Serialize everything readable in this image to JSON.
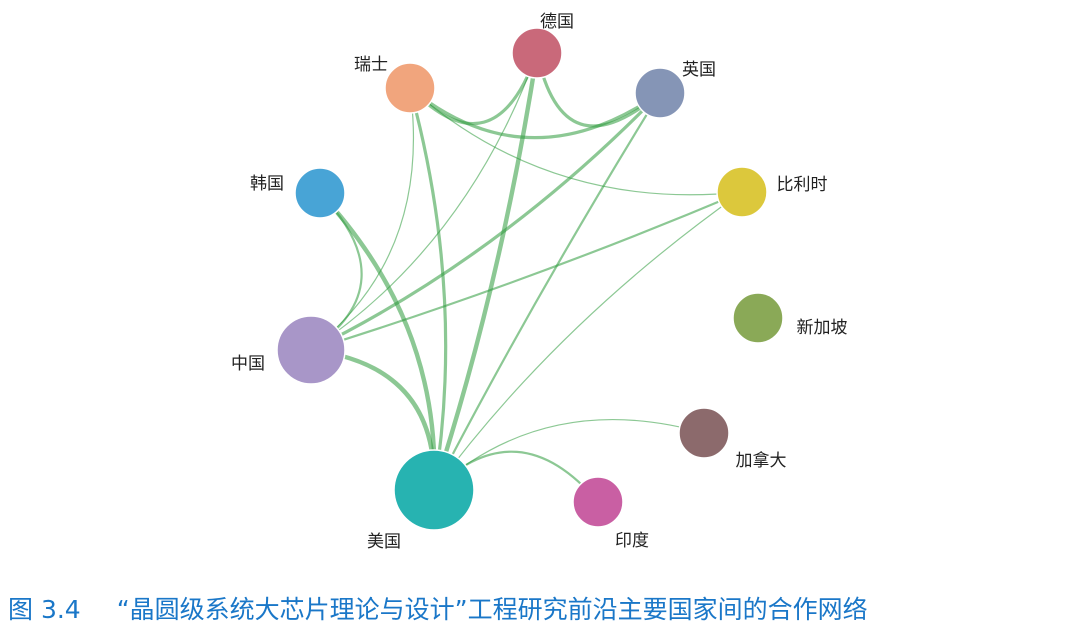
{
  "colors": {
    "edge": "#2e9a3c",
    "caption": "#1a77c8",
    "label": "#222222"
  },
  "nodes": [
    {
      "id": "usa",
      "label": "美国",
      "color": "#27b3b1",
      "size": 5
    },
    {
      "id": "china",
      "label": "中国",
      "color": "#a896c8",
      "size": 4
    },
    {
      "id": "korea",
      "label": "韩国",
      "color": "#48a4d6",
      "size": 3
    },
    {
      "id": "swiss",
      "label": "瑞士",
      "color": "#f1a57d",
      "size": 3
    },
    {
      "id": "germany",
      "label": "德国",
      "color": "#c9697a",
      "size": 3
    },
    {
      "id": "uk",
      "label": "英国",
      "color": "#8595b6",
      "size": 3
    },
    {
      "id": "belgium",
      "label": "比利时",
      "color": "#dcc83c",
      "size": 3
    },
    {
      "id": "singapore",
      "label": "新加坡",
      "color": "#8aa957",
      "size": 3
    },
    {
      "id": "canada",
      "label": "加拿大",
      "color": "#8c6a6c",
      "size": 3
    },
    {
      "id": "india",
      "label": "印度",
      "color": "#c95fa3",
      "size": 3
    }
  ],
  "edges": [
    {
      "source": "usa",
      "target": "korea",
      "weight": 4
    },
    {
      "source": "usa",
      "target": "swiss",
      "weight": 3
    },
    {
      "source": "usa",
      "target": "germany",
      "weight": 4
    },
    {
      "source": "usa",
      "target": "uk",
      "weight": 2
    },
    {
      "source": "usa",
      "target": "belgium",
      "weight": 1
    },
    {
      "source": "usa",
      "target": "canada",
      "weight": 1
    },
    {
      "source": "usa",
      "target": "india",
      "weight": 2
    },
    {
      "source": "usa",
      "target": "china",
      "weight": 4
    },
    {
      "source": "china",
      "target": "korea",
      "weight": 2
    },
    {
      "source": "china",
      "target": "swiss",
      "weight": 1
    },
    {
      "source": "china",
      "target": "uk",
      "weight": 3
    },
    {
      "source": "china",
      "target": "belgium",
      "weight": 2
    },
    {
      "source": "swiss",
      "target": "germany",
      "weight": 3
    },
    {
      "source": "swiss",
      "target": "uk",
      "weight": 3
    },
    {
      "source": "swiss",
      "target": "belgium",
      "weight": 1
    },
    {
      "source": "germany",
      "target": "uk",
      "weight": 3
    },
    {
      "source": "germany",
      "target": "china",
      "weight": 1
    }
  ],
  "caption": {
    "figure_number": "图 3.4",
    "text": "“晶圆级系统大芯片理论与设计”工程研究前沿主要国家间的合作网络"
  }
}
